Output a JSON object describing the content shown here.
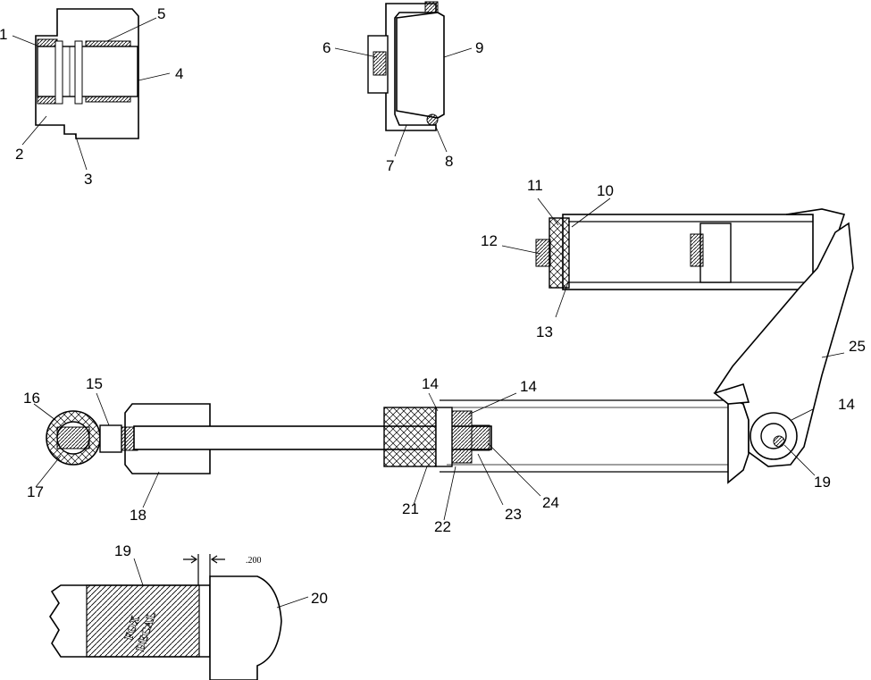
{
  "labels": {
    "n1": "1",
    "n2": "2",
    "n3": "3",
    "n4": "4",
    "n5": "5",
    "n6": "6",
    "n7": "7",
    "n8": "8",
    "n9": "9",
    "n10": "10",
    "n11": "11",
    "n12": "12",
    "n13": "13",
    "n14a": "14",
    "n14b": "14",
    "n14c": "14",
    "n15": "15",
    "n16": "16",
    "n17": "17",
    "n18": "18",
    "n19a": "19",
    "n19b": "19",
    "n20": "20",
    "n21": "21",
    "n22": "22",
    "n23": "23",
    "n24": "24",
    "n25": "25"
  },
  "dimension": ".200",
  "decal_line1": "FOX",
  "decal_line2": "DECAL",
  "colors": {
    "ink": "#000000",
    "paper": "#ffffff"
  }
}
